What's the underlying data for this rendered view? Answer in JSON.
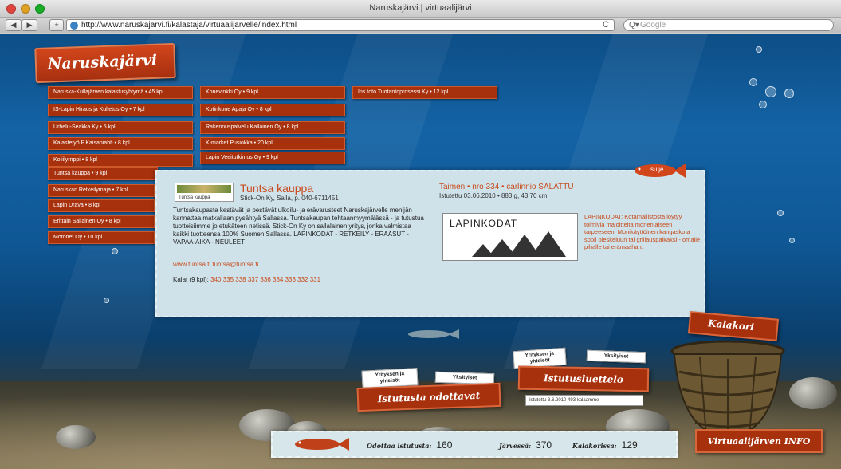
{
  "browser": {
    "title": "Naruskajärvi | virtuaalijärvi",
    "url": "http://www.naruskajarvi.fi/kalastaja/virtuaalijarvelle/index.html",
    "search_placeholder": "Google",
    "back_glyph": "◀",
    "forward_glyph": "▶",
    "add_glyph": "+",
    "reload_glyph": "C",
    "search_glyph": "Q▾"
  },
  "site": {
    "logo": "Naruskajärvi"
  },
  "shops": {
    "col1": [
      "Naruska-Kullajärven kalastusyhtymä • 45 kpl",
      "IS-Lapin Hiraus ja Kuljetus Oy • 7 kpl",
      "Urhelu-Seakka Ky • 5 kpl",
      "Kalastetyö P.Kaisaniahti • 8 kpl",
      "Koliilyrnppi • 8 kpl",
      "Tuntsa kauppa • 9 kpl",
      "Naruskan Retkeilymaja • 7 kpl",
      "Lapin Drava • 8 kpl",
      "Erittäin Sallainen Oy • 8 kpl",
      "Motonet Oy • 10 kpl"
    ],
    "col2": [
      "Konevinkki Oy • 9 kpl",
      "Kotinkone Apaja Oy • 8 kpl",
      "Rakennuspalvelu Kallainen Oy • 8 kpl",
      "K-market Pusiokka • 20 kpl",
      "Lapin Veeitutkimus Oy • 9 kpl"
    ],
    "col3": [
      "Ins.toto Tuotantoprosessi Ky • 12 kpl"
    ]
  },
  "popup": {
    "shop_name": "Tuntsa kauppa",
    "thumb_label": "Tuntsa kauppa",
    "owner": "Stick-On Ky, Salla, p. 040-6711451",
    "description": "Tuntsakaupasta kestävät ja pestävät ulkoilu- ja erävarusteet Naruskajärvelle menijän kannattaa matkallaan pysähtyä Sallassa. Tuntsakaupan tehtaanmyymälässä - ja tutustua tuotteisiimme jo etukäteen netissä. Stick-On Ky on sallalainen yritys, jonka valmistaa kaikki tuotteensa 100% Suomen Sallassa. LAPINKODAT - RETKEILY - ERÄASUT - VAPAA-AIKA - NEULEET",
    "links": "www.tuntsa.fi   tuntsa@tuntsa.fi",
    "catch_label": "Kalat (9 kpl):",
    "catch_numbers": "340 335 338 337 336 334 333 332 331",
    "catch_title": "Taimen • nro 334 • carlinnio SALATTU",
    "catch_meta": "Istutettu 03.06.2010 • 883 g, 43.70 cm",
    "brand_logo": "LAPINKODAT",
    "brand_desc": "LAPINKODAT: Kotamallistosta löytyy toimivia majoitteita monenlaiseen tarpeeseen. Monikäyttöinen kangaskota sopii oleskeluun tai grillauspaikaksi - omalle pihalle tai erämaahan.",
    "close_label": "sulje"
  },
  "kalakori": "Kalakori",
  "istutusta_odottavat": {
    "label": "Istutusta odottavat",
    "note1": "Yrityksen ja yhteisöt",
    "note2": "Yksityiset"
  },
  "istutusluettelo": {
    "label": "Istutusluettelo",
    "note1": "Yrityksen ja yhteisöt",
    "note2": "Yksityiset",
    "date_note": "Istutettu 3.6.2010 493 kalaamme"
  },
  "stats": {
    "odottaa_label": "Odottaa istutusta:",
    "odottaa_value": "160",
    "jarvessa_label": "Järvessä:",
    "jarvessa_value": "370",
    "kalakorissa_label": "Kalakorissa:",
    "kalakorissa_value": "129"
  },
  "info_button": "Virtuaalijärven INFO",
  "colors": {
    "accent": "#a7300d",
    "water": "#1463a5",
    "panel": "#cfe2ea"
  }
}
